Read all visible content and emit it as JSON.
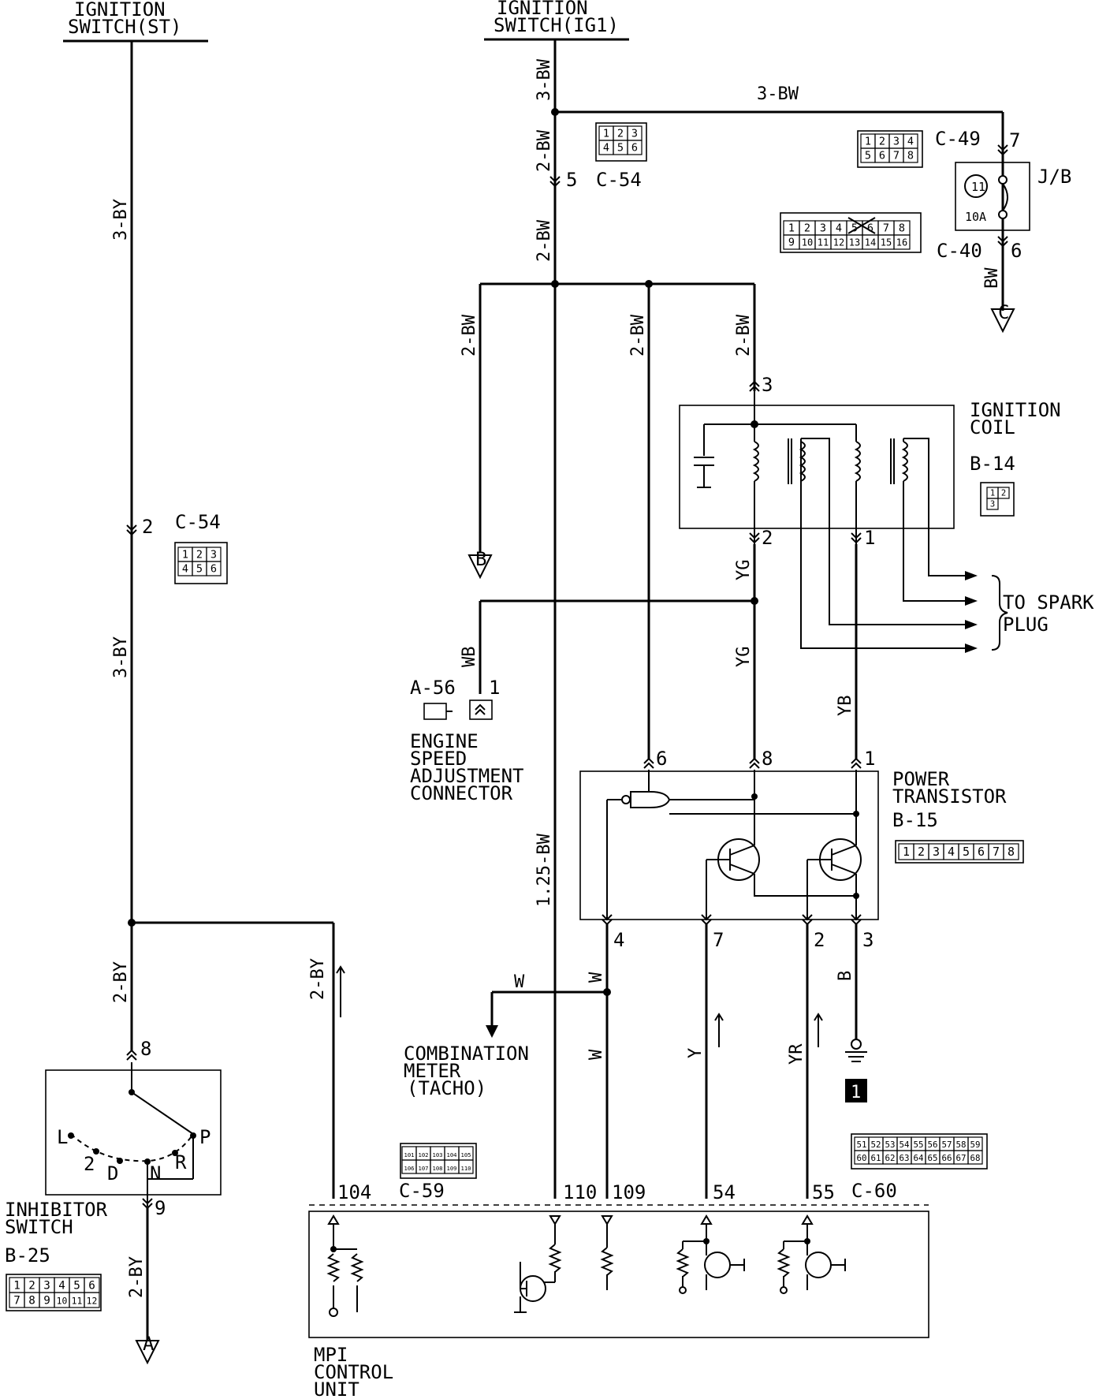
{
  "components": {
    "ignition_switch_st": [
      "IGNITION",
      "SWITCH(ST)"
    ],
    "ignition_switch_ig1": [
      "IGNITION",
      "SWITCH(IG1)"
    ],
    "junction_block": {
      "name": "J/B",
      "fuse_number": "11",
      "fuse_rating": "10A"
    },
    "ignition_coil": {
      "name": [
        "IGNITION",
        "COIL"
      ],
      "connector": "B-14"
    },
    "power_transistor": {
      "name": [
        "POWER",
        "TRANSISTOR"
      ],
      "connector": "B-15"
    },
    "engine_speed_connector": {
      "name": [
        "ENGINE",
        "SPEED",
        "ADJUSTMENT",
        "CONNECTOR"
      ],
      "connector": "A-56",
      "pin": "1"
    },
    "combination_meter": [
      "COMBINATION",
      "METER",
      "(TACHO)"
    ],
    "inhibitor_switch": {
      "name": [
        "INHIBITOR",
        "SWITCH"
      ],
      "connector": "B-25",
      "positions": [
        "L",
        "2",
        "D",
        "N",
        "R",
        "P"
      ]
    },
    "mpi_control_unit": [
      "MPI",
      "CONTROL",
      "UNIT"
    ],
    "to_spark_plug": [
      "TO SPARK",
      "PLUG"
    ]
  },
  "connectors": {
    "c54_top": "C-54",
    "c54_left": "C-54",
    "c49": "C-49",
    "c40": "C-40",
    "c59": "C-59",
    "c60": "C-60"
  },
  "connector_pins": {
    "c54": [
      "1",
      "2",
      "3",
      "4",
      "5",
      "6"
    ],
    "c49": [
      "1",
      "2",
      "3",
      "4",
      "5",
      "6",
      "7",
      "8"
    ],
    "c40": [
      "1",
      "2",
      "3",
      "4",
      "5",
      "6",
      "7",
      "8",
      "9",
      "10",
      "11",
      "12",
      "13",
      "14",
      "15",
      "16"
    ],
    "b14": [
      "1",
      "2",
      "3"
    ],
    "b15": [
      "1",
      "2",
      "3",
      "4",
      "5",
      "6",
      "7",
      "8"
    ],
    "b25": [
      "1",
      "2",
      "3",
      "4",
      "5",
      "6",
      "7",
      "8",
      "9",
      "10",
      "11",
      "12"
    ],
    "c59": [
      "101",
      "102",
      "103",
      "104",
      "105",
      "106",
      "107",
      "108",
      "109",
      "110"
    ],
    "c60": [
      "51",
      "52",
      "53",
      "54",
      "55",
      "56",
      "57",
      "58",
      "59",
      "60",
      "61",
      "62",
      "63",
      "64",
      "65",
      "66",
      "67",
      "68"
    ]
  },
  "wire_labels": {
    "st_upper": "3-BY",
    "st_lower": "3-BY",
    "st_to_inhibitor": "2-BY",
    "inhibitor_out": "2-BY",
    "to_ecu_104": "2-BY",
    "ig1_top": "3-BW",
    "ig1_horizontal": "3-BW",
    "ig1_after_split": "2-BW",
    "ig1_after_c54": "2-BW",
    "branch_to_b": "2-BW",
    "branch_to_pt6": "2-BW",
    "branch_to_coil3": "2-BW",
    "jb_out": "BW",
    "ecu_110": "1.25-BW",
    "coil2_upper": "YG",
    "coil2_lower": "YG",
    "speed_adj": "WB",
    "coil1": "YB",
    "tacho_branch": "W",
    "pt4_upper": "W",
    "pt4_lower": "W",
    "pt7": "Y",
    "pt2": "YR",
    "pt3": "B"
  },
  "pins": {
    "c54_5": "5",
    "c54_2": "2",
    "c49_7": "7",
    "c40_6": "6",
    "coil_3": "3",
    "coil_2": "2",
    "coil_1": "1",
    "pt_6a": "6",
    "pt_8": "8",
    "pt_1": "1",
    "pt_4": "4",
    "pt_7": "7",
    "pt_2": "2",
    "pt_3": "3",
    "inh_8": "8",
    "inh_9": "9",
    "ecu_104": "104",
    "ecu_110": "110",
    "ecu_109": "109",
    "ecu_54": "54",
    "ecu_55": "55"
  },
  "references": {
    "a": "A",
    "b": "B",
    "c": "C",
    "ground": "1"
  }
}
